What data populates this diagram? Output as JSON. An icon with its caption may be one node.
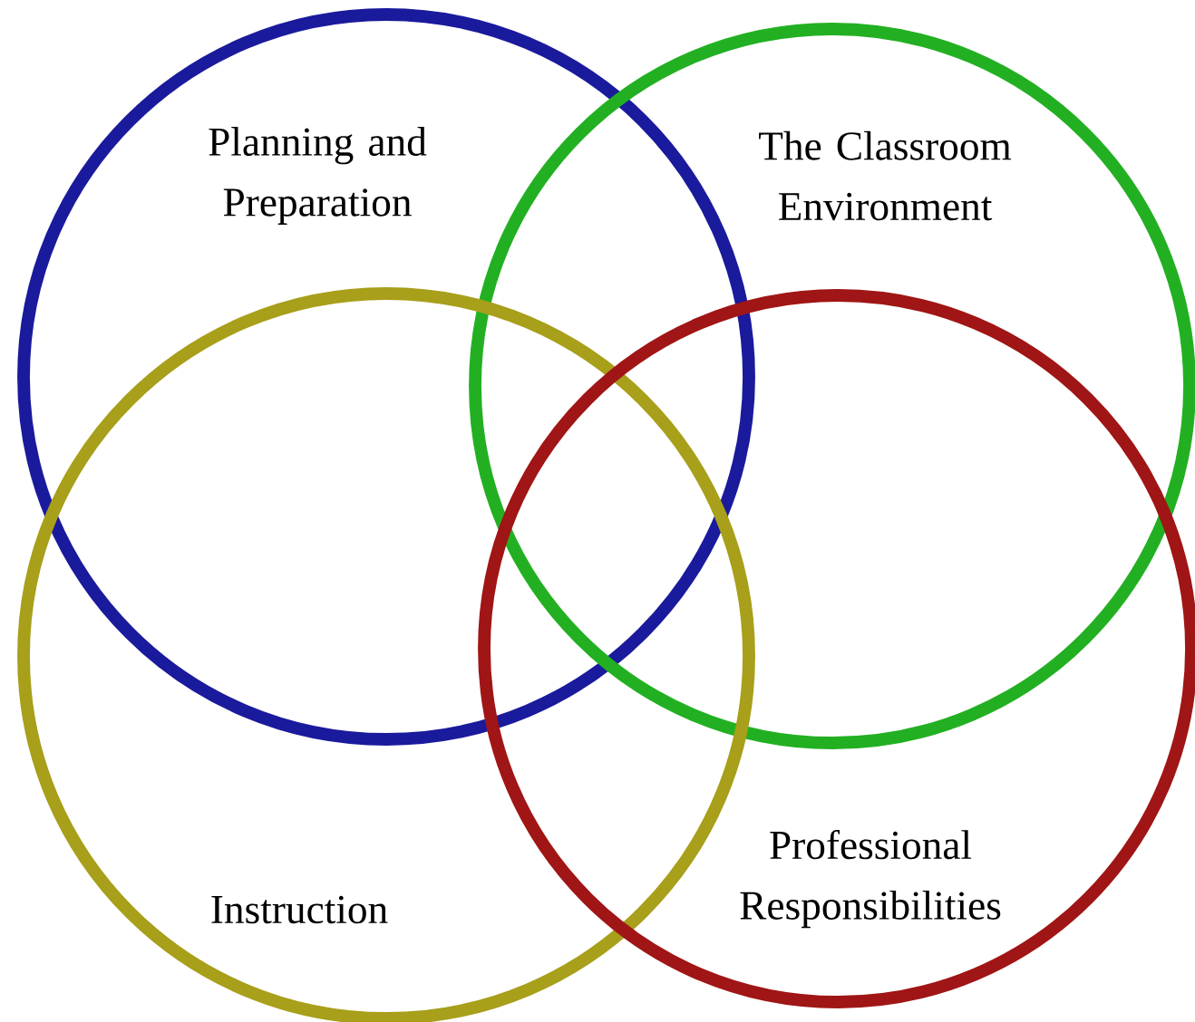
{
  "diagram": {
    "nodes": [
      {
        "text": [
          "Planning and Preparation"
        ]
      },
      {
        "text": [
          "The Classroom Environment"
        ]
      },
      {
        "text": [
          "Instruction"
        ]
      },
      {
        "text": [
          "Professional Responsibilities"
        ]
      }
    ]
  }
}
